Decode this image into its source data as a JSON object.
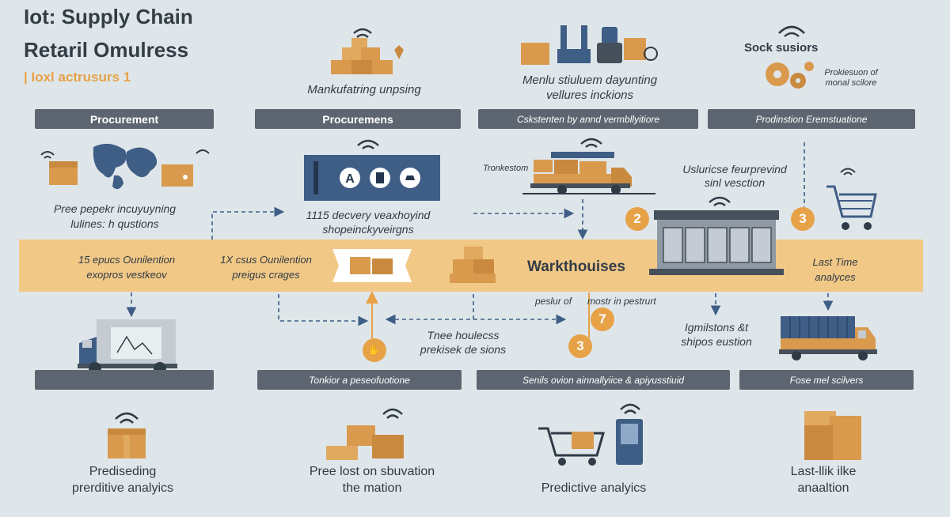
{
  "header": {
    "title_line1": "Iot: Supply Chain",
    "title_line2": "Retaril Omulress",
    "subtitle": "| Ioxl actrusurs 1"
  },
  "top_captions": {
    "manufacturing": "Mankufatring unpsing",
    "menu_line1": "Menlu stiuluem dayunting",
    "menu_line2": "vellures inckions",
    "sock": "Sock susiors",
    "sock_sub_line1": "Prokiesuon of",
    "sock_sub_line2": "monal scilore"
  },
  "stage_bars_top": [
    "Procurement",
    "Procuremens",
    "Cskstenten by annd vermbllyitiore",
    "Prodinstion Eremstuatione"
  ],
  "middle_captions": {
    "left_line1": "Pree pepekr incuyuyning",
    "left_line2": "lulines: h qustions",
    "delivery_line1": "1115 decvery veaxhoyind",
    "delivery_line2": "shopeinckyveirgns",
    "truck_label": "Tronkestom",
    "right_line1": "Usluricse feurprevind",
    "right_line2": "sinl vesction"
  },
  "band": {
    "left_line1": "15 epucs Ounilention",
    "left_line2": "exopros vestkeov",
    "mid_line1": "1X csus Ounilention",
    "mid_line2": "preigus crages",
    "warehouses": "Warkthouises",
    "right_line1": "Last Time",
    "right_line2": "analyces"
  },
  "lower_captions": {
    "peslur": "peslur of",
    "mostr": "mostr in pestrurt",
    "center_line1": "Tnee houlecss",
    "center_line2": "prekisek de sions",
    "ign_line1": "Igmilstons &t",
    "ign_line2": "shipos eustion"
  },
  "badges": [
    "2",
    "3",
    "7",
    "3"
  ],
  "stage_bars_bottom": [
    "Tonkior a peseofuotione",
    "Senils ovion ainnallyiice & apiyusstiuid",
    "Fose mel scilvers"
  ],
  "bottom_labels": [
    {
      "line1": "Prediseding",
      "line2": "prerditive analyics"
    },
    {
      "line1": "Pree lost on sbuvation",
      "line2": "the mation"
    },
    {
      "line1": "Predictive analyics",
      "line2": ""
    },
    {
      "line1": "Last-llik ilke",
      "line2": "anaaltion"
    }
  ],
  "colors": {
    "background": "#dfe6ea",
    "bar": "#5d6670",
    "band": "#f2c886",
    "accent": "#e7a248",
    "box": "#d99a4e",
    "truck_blue": "#3f5e86"
  }
}
